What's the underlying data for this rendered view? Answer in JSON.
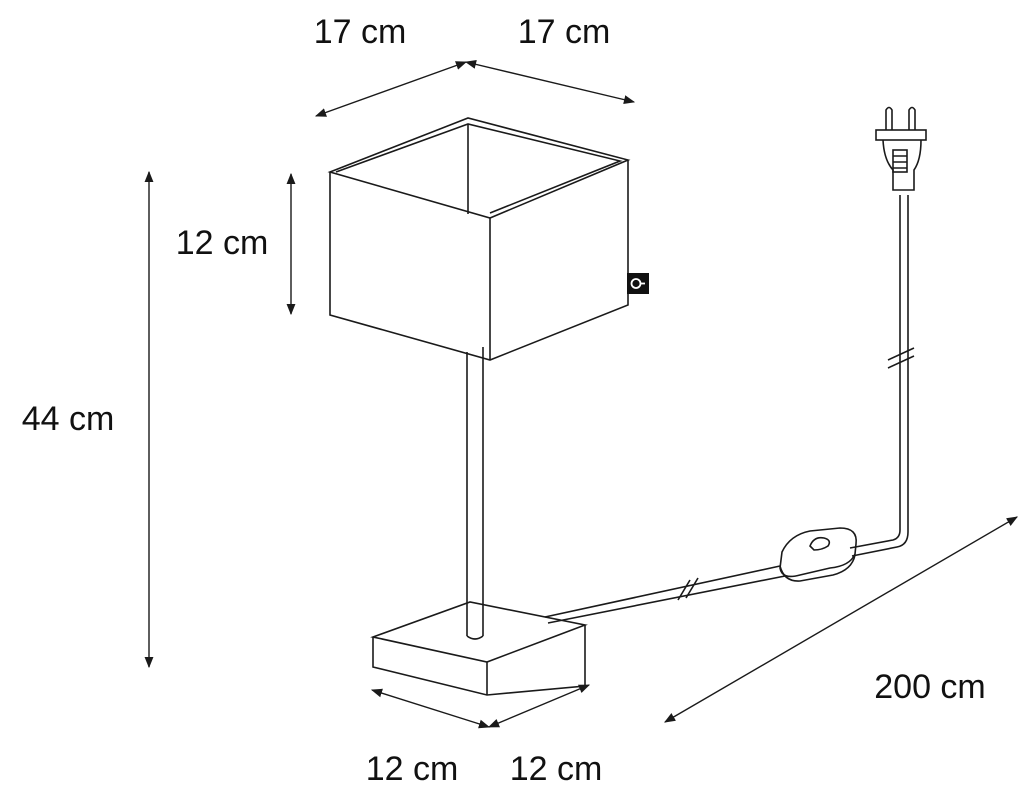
{
  "dimensions": {
    "shade_width": "17 cm",
    "shade_depth": "17 cm",
    "shade_height": "12 cm",
    "total_height": "44 cm",
    "base_width": "12 cm",
    "base_depth": "12 cm",
    "cord_length": "200 cm"
  },
  "icons": [
    "light-source-icon",
    "plug-icon",
    "inline-switch-icon"
  ]
}
